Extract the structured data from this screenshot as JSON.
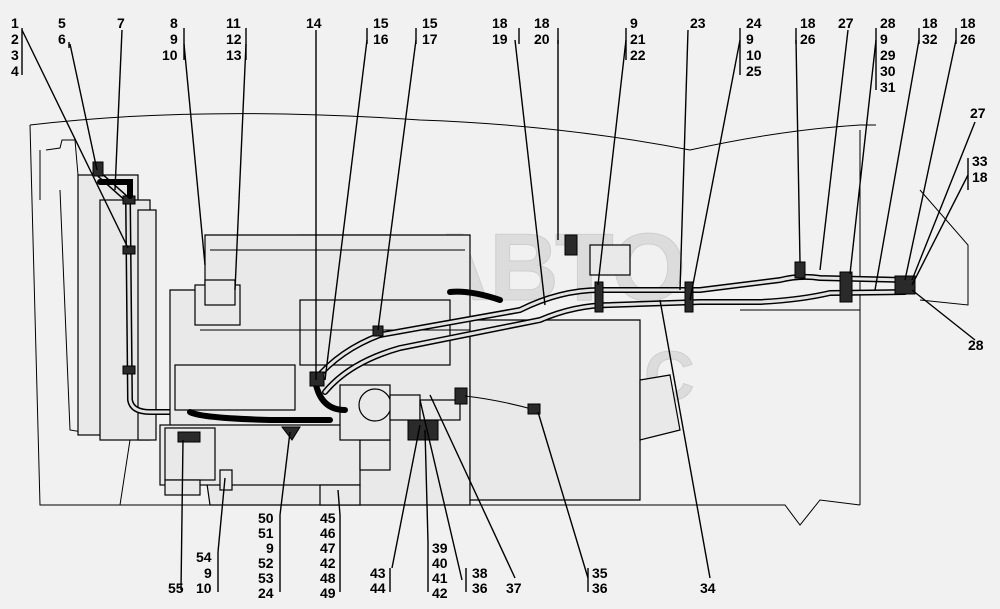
{
  "watermark": {
    "line1": "АВТО",
    "line2": "АЛЬЯНС",
    "logo": "ghost-logo"
  },
  "labels": {
    "top_1": [
      "1",
      "2",
      "3",
      "4"
    ],
    "top_2": [
      "5",
      "6"
    ],
    "top_3": [
      "7"
    ],
    "top_4": [
      "8",
      "9",
      "10"
    ],
    "top_5": [
      "11",
      "12",
      "13"
    ],
    "top_6": [
      "14"
    ],
    "top_7": [
      "15",
      "16"
    ],
    "top_8": [
      "15",
      "17"
    ],
    "top_9": [
      "18",
      "19"
    ],
    "top_10": [
      "18",
      "20"
    ],
    "top_11": [
      "9",
      "21",
      "22"
    ],
    "top_12": [
      "23"
    ],
    "top_13": [
      "24",
      "9",
      "10",
      "25"
    ],
    "top_14": [
      "18",
      "26"
    ],
    "top_15": [
      "27"
    ],
    "top_16": [
      "28",
      "9",
      "29",
      "30",
      "31"
    ],
    "top_17": [
      "18",
      "32"
    ],
    "top_18": [
      "18",
      "26"
    ],
    "right_1": [
      "27"
    ],
    "right_2": [
      "33",
      "18"
    ],
    "right_3": [
      "28"
    ],
    "bot_1": [
      "55"
    ],
    "bot_2": [
      "54",
      "9",
      "10"
    ],
    "bot_3": [
      "50",
      "51",
      "9",
      "52",
      "53",
      "24"
    ],
    "bot_4": [
      "45",
      "46",
      "47",
      "42",
      "48",
      "49"
    ],
    "bot_5": [
      "43",
      "44"
    ],
    "bot_6": [
      "39",
      "40",
      "41",
      "42"
    ],
    "bot_7": [
      "38",
      "36"
    ],
    "bot_8": [
      "37"
    ],
    "bot_9": [
      "35",
      "36"
    ],
    "bot_10": [
      "34"
    ]
  }
}
